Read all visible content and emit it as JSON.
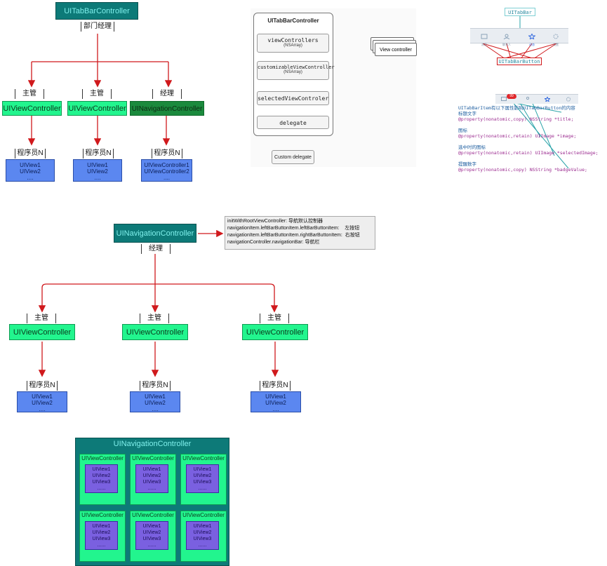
{
  "tabbar_tree": {
    "root": "UITabBarController",
    "root_role": "部门经理",
    "children": [
      {
        "role": "主管",
        "controller": "UIViewController",
        "worker_role": "程序员N",
        "views": [
          "UIView1",
          "UIView2",
          "...."
        ]
      },
      {
        "role": "主管",
        "controller": "UIViewController",
        "worker_role": "程序员N",
        "views": [
          "UIView1",
          "UIView2",
          "...."
        ]
      },
      {
        "role": "经理",
        "controller": "UINavigationController",
        "worker_role": "程序员N",
        "views": [
          "UIViewController1",
          "UIViewController2",
          "...."
        ]
      }
    ]
  },
  "apple_diagram": {
    "title": "UITabBarController",
    "props": [
      {
        "name": "viewControllers",
        "type": "(NSArray)"
      },
      {
        "name": "customizableViewController",
        "type": "(NSArray)"
      },
      {
        "name": "selectedViewControler",
        "type": ""
      },
      {
        "name": "delegate",
        "type": ""
      }
    ],
    "vc_label": "View controller",
    "custom_delegate": "Custom delegate"
  },
  "tabbar_illus": {
    "top_label": "UITabBar",
    "bottom_label": "UITabBarButton",
    "tab_captions": [
      "消息",
      "联系人",
      "动态",
      "设置"
    ],
    "badge": "99"
  },
  "item_notes": {
    "header": "UITabBarItem有以下属性影响UITabBarButton的内容",
    "entries": [
      {
        "label": "标题文字",
        "code": "@property(nonatomic,copy) NSString *title;"
      },
      {
        "label": "图标",
        "code": "@property(nonatomic,retain) UIImage *image;"
      },
      {
        "label": "选中时的图标",
        "code": "@property(nonatomic,retain) UIImage *selectedImage;"
      },
      {
        "label": "提醒数字",
        "code": "@property(nonatomic,copy) NSString *badgeValue;"
      }
    ]
  },
  "nav_tree": {
    "root": "UINavigationController",
    "root_role": "经理",
    "note_lines": [
      "initWithRootViewController: 导航默认控制器",
      "navigationItem.leftBarButtonItem.leftBarButtonItem:    左按钮",
      "navigationItem.leftBarButtonItem.rightBarButtonItem:  右按钮",
      "navigationController.navigationBar: 导航栏"
    ],
    "children": [
      {
        "role": "主管",
        "controller": "UIViewController",
        "worker_role": "程序员N",
        "views": [
          "UIView1",
          "UIView2",
          "...."
        ]
      },
      {
        "role": "主管",
        "controller": "UIViewController",
        "worker_role": "程序员N",
        "views": [
          "UIView1",
          "UIView2",
          "...."
        ]
      },
      {
        "role": "主管",
        "controller": "UIViewController",
        "worker_role": "程序员N",
        "views": [
          "UIView1",
          "UIView2",
          "...."
        ]
      }
    ]
  },
  "nested": {
    "title": "UINavigationController",
    "cell_title": "UIViewController",
    "cell_views": [
      "UIView1",
      "UIView2",
      "UIView3",
      "......"
    ]
  },
  "colors": {
    "teal": "#0d7a78",
    "green": "#22f58e",
    "blue": "#5b87f0",
    "arrow": "#d0191c"
  }
}
